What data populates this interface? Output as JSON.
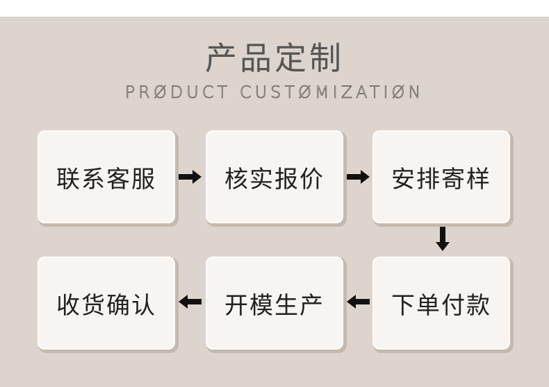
{
  "title": "产品定制",
  "subtitle": "PRØDUCT CUSTØMIZATIØN",
  "steps": [
    {
      "label": "联系客服"
    },
    {
      "label": "核实报价"
    },
    {
      "label": "安排寄样"
    },
    {
      "label": "下单付款"
    },
    {
      "label": "开模生产"
    },
    {
      "label": "收货确认"
    }
  ],
  "colors": {
    "background": "#ddd4cd",
    "box": "#f7f4f1",
    "box_shadow": "#c5b8ad",
    "arrow": "#111111",
    "title": "#555555"
  }
}
